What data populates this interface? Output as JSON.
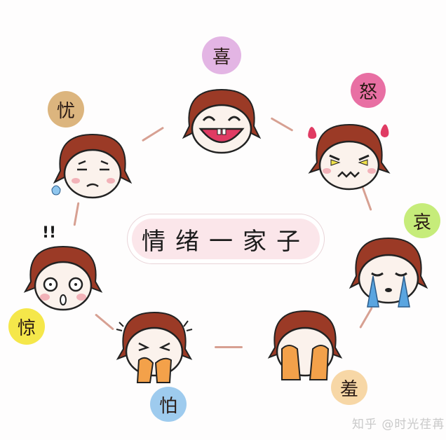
{
  "title": "情绪一家子",
  "watermark": "知乎 @时光荏苒",
  "colors": {
    "hair": "#9b3a26",
    "skin": "#fbf2ec",
    "blush": "#f2b2b8",
    "connector": "#d7a092",
    "title_bg": "#fbe6ea"
  },
  "emotions": [
    {
      "name": "xi",
      "char": "喜",
      "meaning": "joy",
      "color": "#e3b5e4"
    },
    {
      "name": "nu",
      "char": "怒",
      "meaning": "anger",
      "color": "#e86fa3"
    },
    {
      "name": "ai",
      "char": "哀",
      "meaning": "sorrow",
      "color": "#c6ec7a"
    },
    {
      "name": "xiu",
      "char": "羞",
      "meaning": "shy",
      "color": "#f7d7a6"
    },
    {
      "name": "pa",
      "char": "怕",
      "meaning": "fear",
      "color": "#9ecbee"
    },
    {
      "name": "jing",
      "char": "惊",
      "meaning": "surprise",
      "color": "#f5e74a"
    },
    {
      "name": "you",
      "char": "忧",
      "meaning": "worry",
      "color": "#dcb57e"
    }
  ],
  "surprise_mark": "!!"
}
